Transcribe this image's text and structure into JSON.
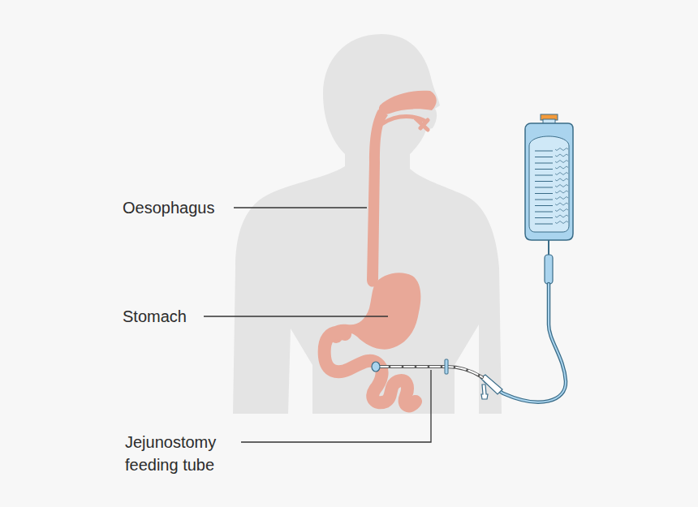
{
  "diagram": {
    "labels": [
      "Oesophagus",
      "Stomach",
      "Jejunostomy feeding tube"
    ]
  }
}
